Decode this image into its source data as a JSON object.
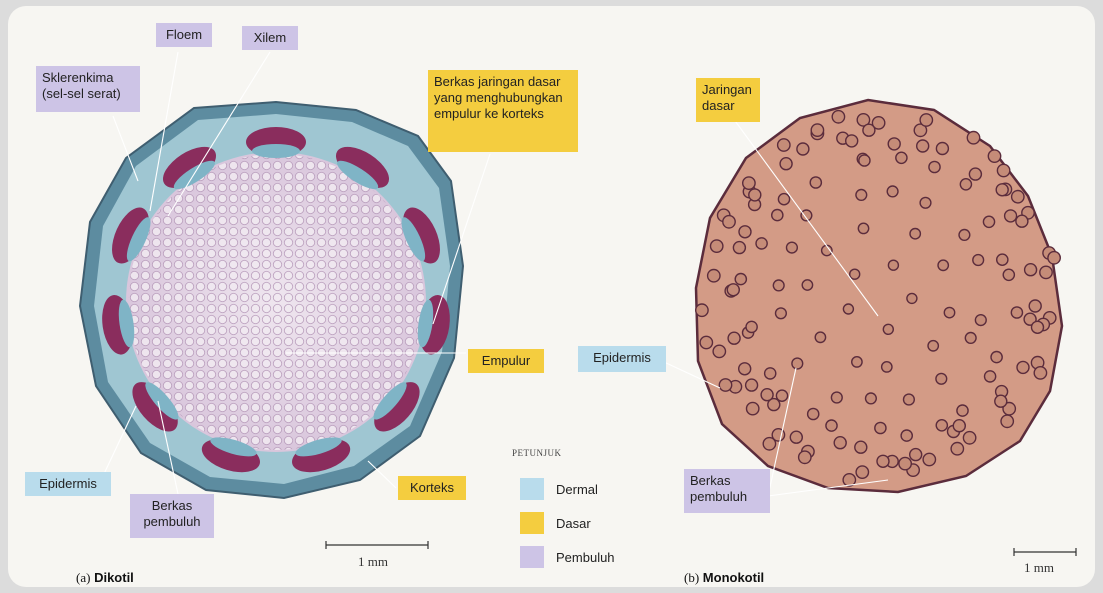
{
  "colors": {
    "dermal": "#b9dcec",
    "ground": "#f4cd3f",
    "vascular": "#cdc4e6",
    "dicot_pith": "#e4d8e6",
    "dicot_bundle": "#8a2d5d",
    "monocot_tissue": "#d39b86"
  },
  "dicot": {
    "caption_prefix": "(a)",
    "caption_title": "Dikotil",
    "labels": {
      "floem": "Floem",
      "xilem": "Xilem",
      "sklerenkima": "Sklerenkima (sel-sel serat)",
      "berkas_jaringan": "Berkas jaringan dasar yang menghubungkan empulur ke korteks",
      "empulur": "Empulur",
      "epidermis": "Epidermis",
      "berkas_pembuluh": "Berkas pembuluh",
      "korteks": "Korteks"
    },
    "scale_label": "1 mm"
  },
  "monocot": {
    "caption_prefix": "(b)",
    "caption_title": "Monokotil",
    "labels": {
      "jaringan_dasar": "Jaringan dasar",
      "epidermis": "Epidermis",
      "berkas_pembuluh": "Berkas pembuluh"
    },
    "scale_label": "1 mm"
  },
  "key": {
    "title": "PETUNJUK",
    "items": [
      {
        "label": "Dermal",
        "color": "#b9dcec"
      },
      {
        "label": "Dasar",
        "color": "#f4cd3f"
      },
      {
        "label": "Pembuluh",
        "color": "#cdc4e6"
      }
    ]
  }
}
